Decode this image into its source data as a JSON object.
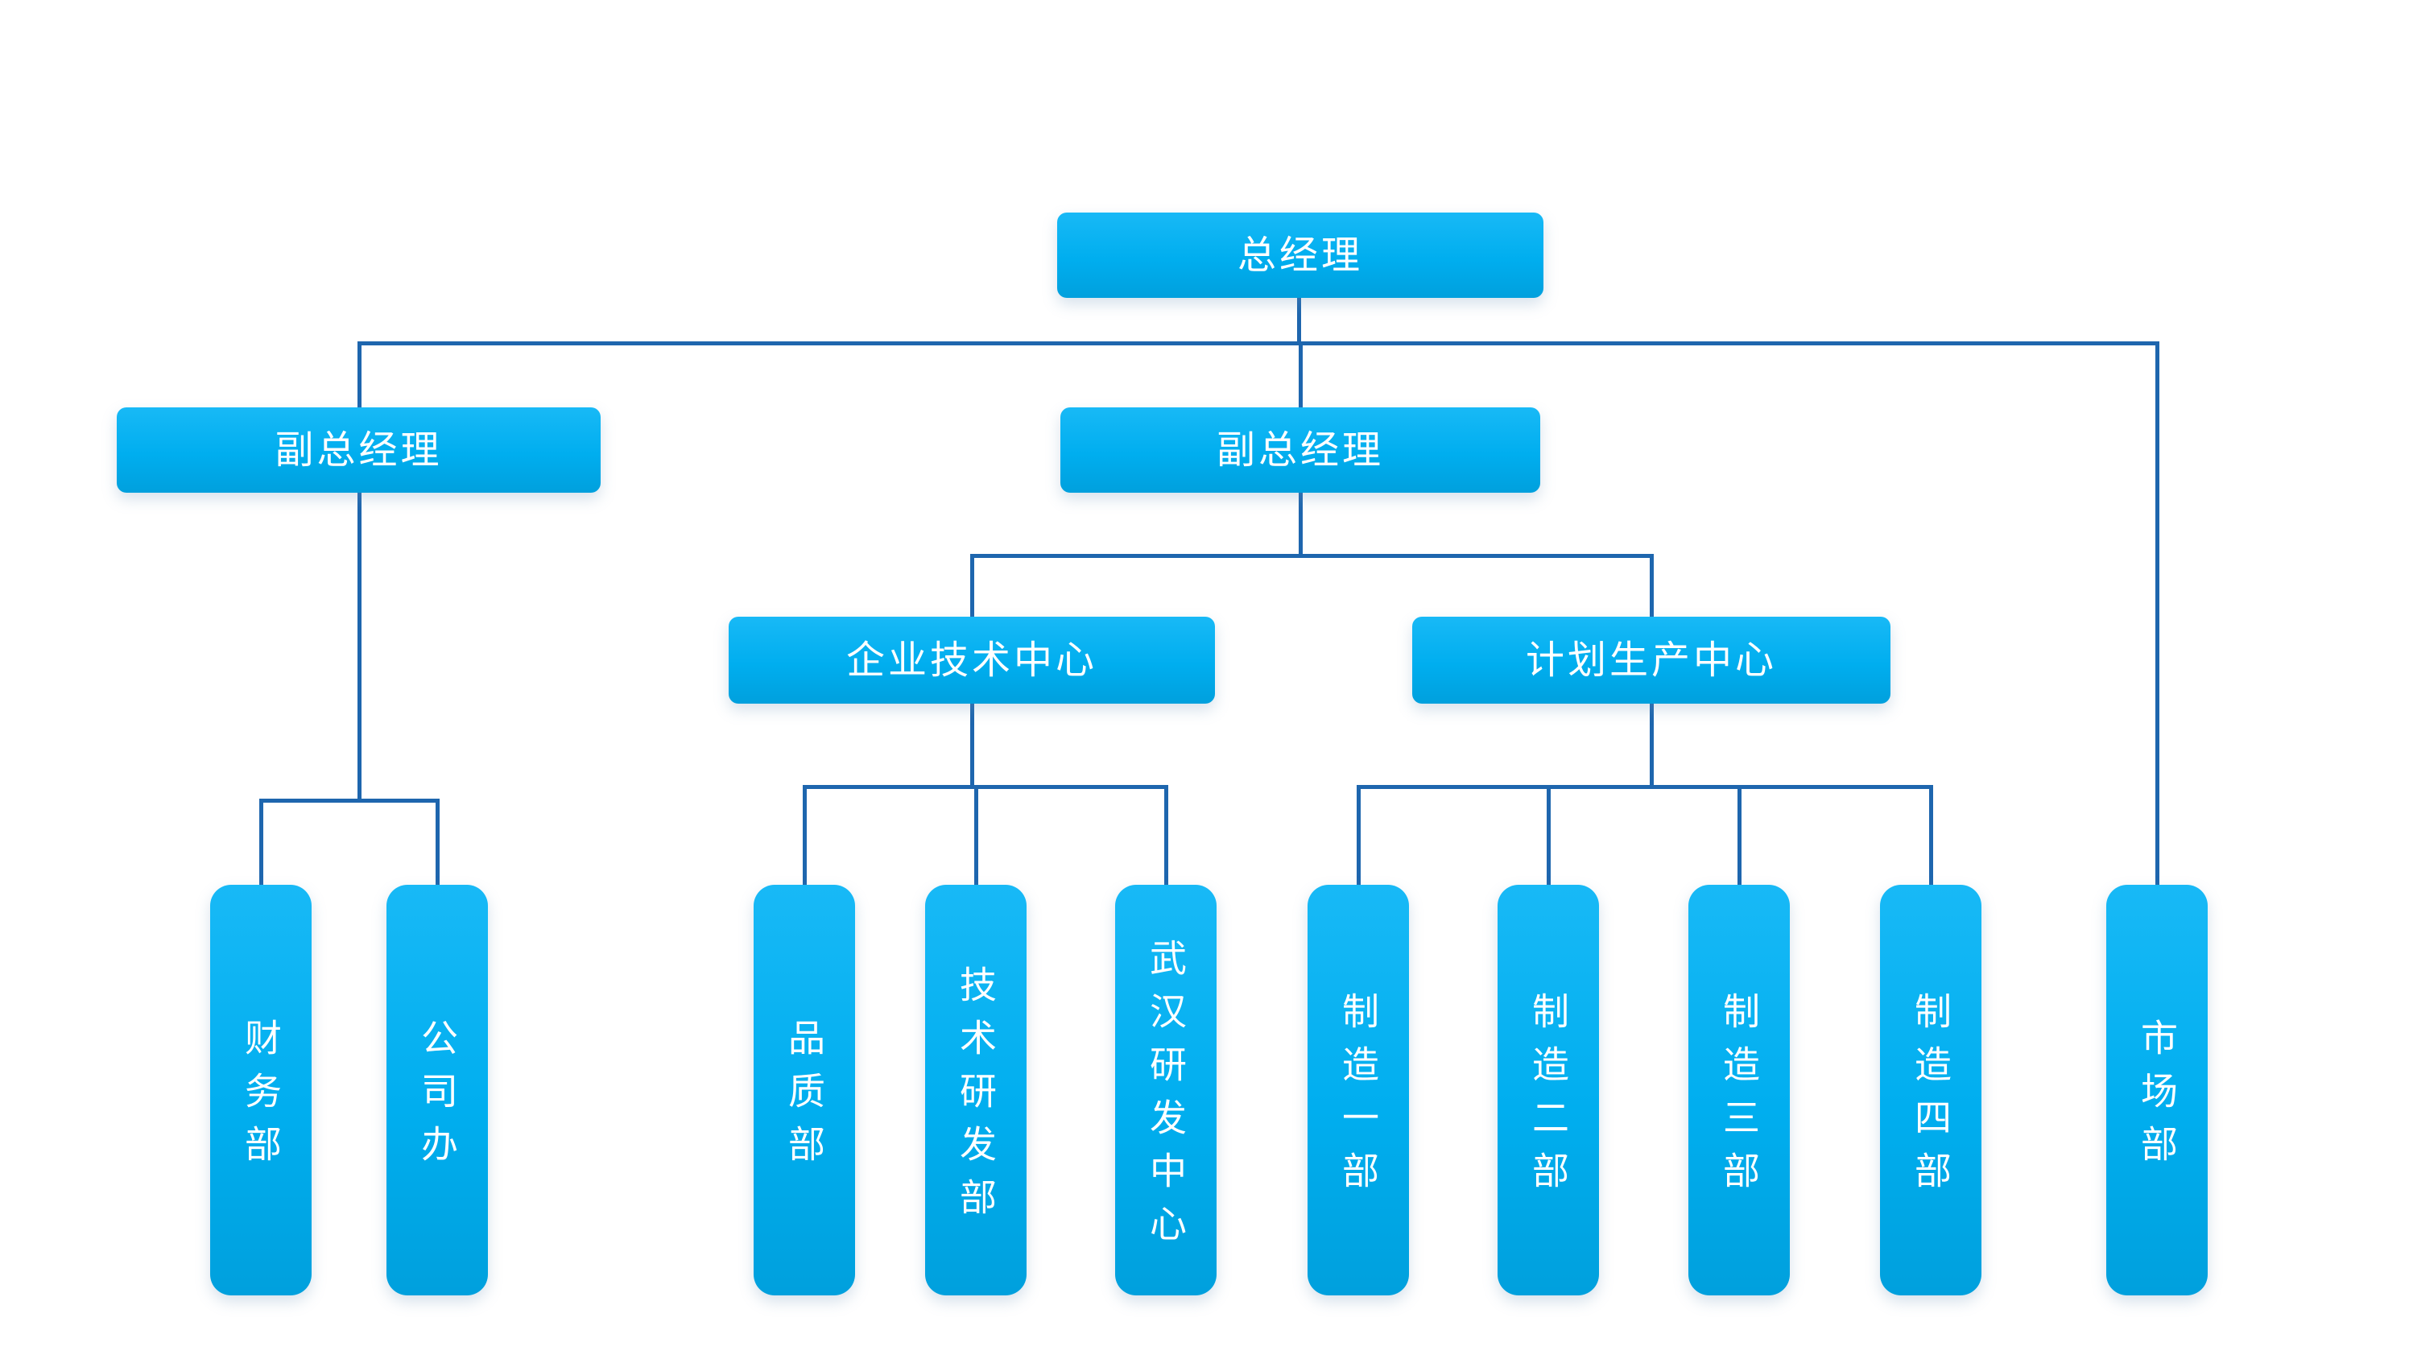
{
  "diagram": {
    "type": "org-chart",
    "tree": {
      "label": "总经理",
      "children": [
        {
          "label": "副总经理",
          "children": [
            {
              "label": "财务部"
            },
            {
              "label": "公司办"
            }
          ]
        },
        {
          "label": "副总经理",
          "children": [
            {
              "label": "企业技术中心",
              "children": [
                {
                  "label": "品质部"
                },
                {
                  "label": "技术研发部"
                },
                {
                  "label": "武汉研发中心"
                }
              ]
            },
            {
              "label": "计划生产中心",
              "children": [
                {
                  "label": "制造一部"
                },
                {
                  "label": "制造二部"
                },
                {
                  "label": "制造三部"
                },
                {
                  "label": "制造四部"
                }
              ]
            }
          ]
        },
        {
          "label": "市场部"
        }
      ]
    }
  },
  "colors": {
    "node_fill": "#00aeef",
    "node_fill_light": "#18b9f6",
    "node_fill_dark": "#00a0dd",
    "node_text": "#ffffff",
    "connector": "#1e66ae",
    "background": "#ffffff"
  }
}
